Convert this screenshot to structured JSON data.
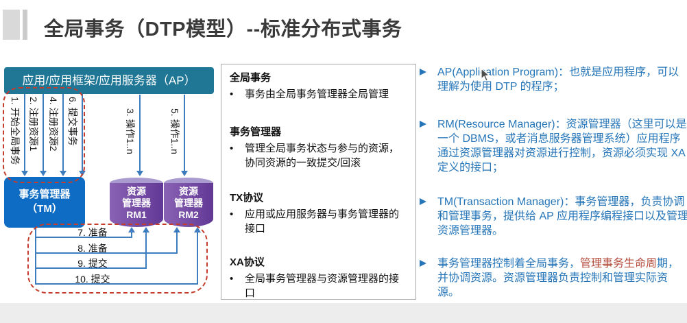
{
  "slide": {
    "title": "全局事务（DTP模型）--标准分布式事务"
  },
  "diagram": {
    "ap_label": "应用/应用框架/应用服务器（AP）",
    "tm_line1": "事务管理器",
    "tm_line2": "（TM）",
    "rm1": {
      "l1": "资源",
      "l2": "管理器",
      "l3": "RM1"
    },
    "rm2": {
      "l1": "资源",
      "l2": "管理器",
      "l3": "RM2"
    },
    "arrow_labels": [
      "1. 开始全局事务",
      "2. 注册资源1",
      "4. 注册资源2",
      "6. 提交事务",
      "3. 操作1..n",
      "5. 操作1..n"
    ],
    "flow_labels": [
      "7. 准备",
      "8. 准备",
      "9. 提交",
      "10. 提交"
    ]
  },
  "glossary": {
    "marker": "•",
    "sections": [
      {
        "heading": "全局事务",
        "bullet": "事务由全局事务管理器全局管理"
      },
      {
        "heading": "事务管理器",
        "bullet": "管理全局事务状态与参与的资源，协同资源的一致提交/回滚"
      },
      {
        "heading": "TX协议",
        "bullet": "应用或应用服务器与事务管理器的接口"
      },
      {
        "heading": "XA协议",
        "bullet": "全局事务管理器与资源管理器的接口"
      }
    ]
  },
  "notes": {
    "items": [
      {
        "blue1": "AP(Application Program)：也就是应用程序，可以理解为使用 DTP 的程序；",
        "red": "",
        "blue2": ""
      },
      {
        "blue1": "RM(Resource Manager)：资源管理器（这里可以是一个 DBMS，或者消息服务器管理系统）应用程序通过资源管理器对资源进行控制，资源必须实现 XA 定义的接口；",
        "red": "",
        "blue2": ""
      },
      {
        "blue1": "TM(Transaction Manager)：事务管理器，负责协调和管理事务，提供给 AP 应用程序编程接口以及管理资源管理器。",
        "red": "",
        "blue2": ""
      },
      {
        "blue1": "事务管理器控制着全局事务，",
        "red": "管理事务生命周",
        "blue2": "期，并协调资源。资源管理器负责控制和管理实际资源。"
      }
    ]
  },
  "colors": {
    "accent_teal": "#1f7695",
    "accent_blue": "#0f6cc4",
    "purple": "#6a3fa0",
    "line_blue": "#3e7cc0",
    "dashed_red": "#c43c2c",
    "note_blue": "#2575b8",
    "note_red": "#b44a3a",
    "title_gray": "#3a3a3a"
  }
}
